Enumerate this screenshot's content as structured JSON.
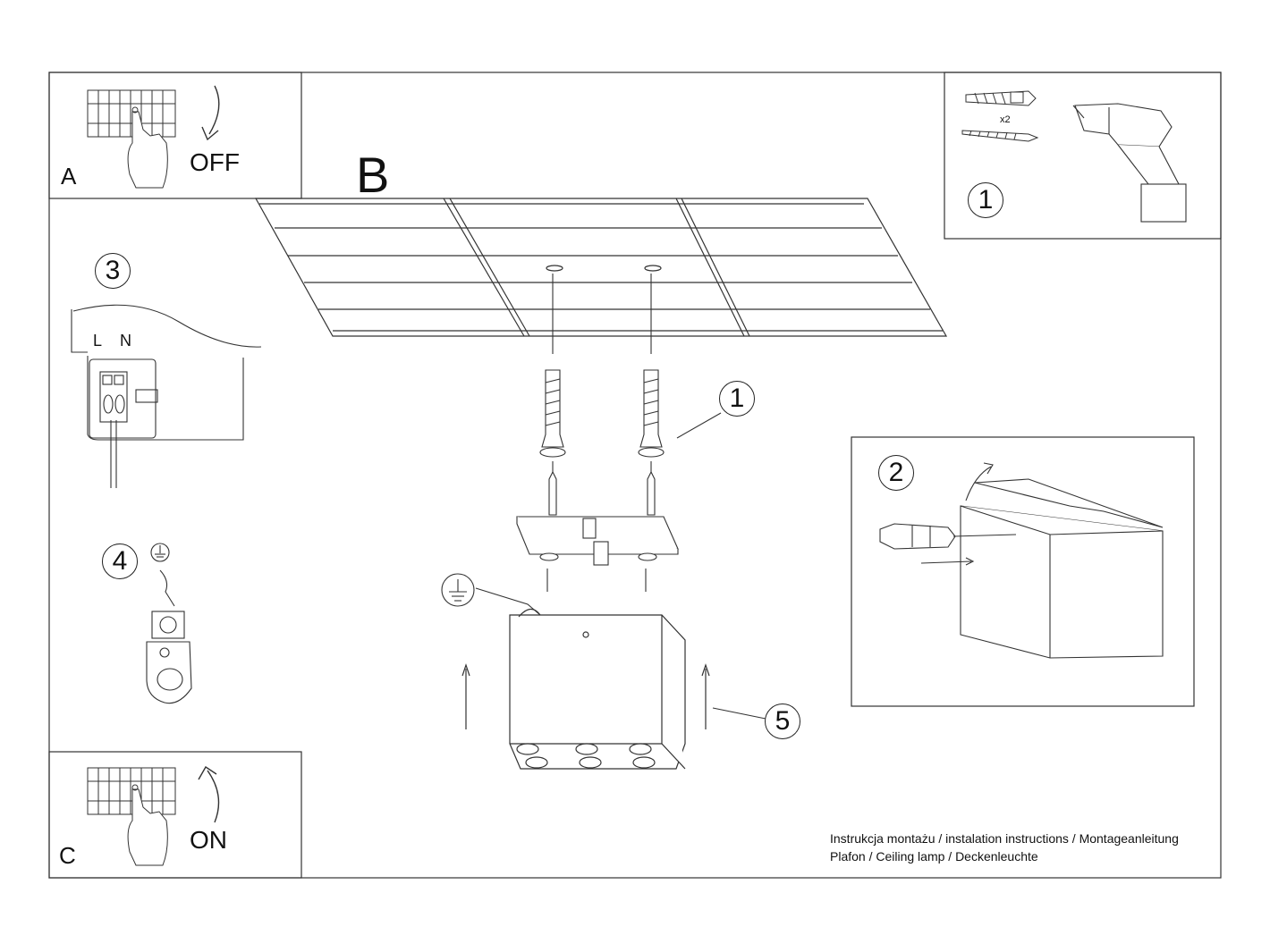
{
  "panels": {
    "a": {
      "letter": "A",
      "action": "OFF"
    },
    "b": {
      "letter": "B"
    },
    "c": {
      "letter": "C",
      "action": "ON"
    }
  },
  "steps": {
    "s1_tools": "1",
    "s1_main": "1",
    "s2": "2",
    "s3": "3",
    "s4": "4",
    "s5": "5"
  },
  "tools": {
    "quantity": "x2"
  },
  "wiring": {
    "live": "L",
    "neutral": "N"
  },
  "footer": {
    "line1": "Instrukcja montażu / instalation instructions / Montageanleitung",
    "line2": "Plafon / Ceiling lamp / Deckenleuchte"
  }
}
